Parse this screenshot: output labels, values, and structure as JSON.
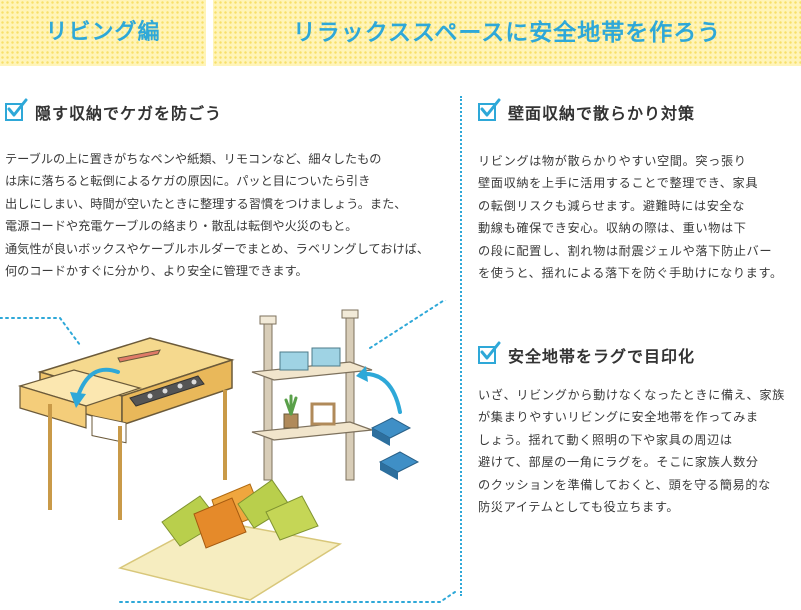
{
  "header": {
    "category": "リビング編",
    "title": "リラックススペースに安全地帯を作ろう"
  },
  "sections": [
    {
      "title": "隠す収納でケガを防ごう",
      "body": "テーブルの上に置きがちなペンや紙類、リモコンなど、細々したもの\nは床に落ちると転倒によるケガの原因に。パッと目についたら引き\n出しにしまい、時間が空いたときに整理する習慣をつけましょう。また、\n電源コードや充電ケーブルの絡まり・散乱は転倒や火災のもと。\n通気性が良いボックスやケーブルホルダーでまとめ、ラベリングしておけば、\n何のコードかすぐに分かり、より安全に管理できます。"
    },
    {
      "title": "壁面収納で散らかり対策",
      "body": "リビングは物が散らかりやすい空間。突っ張り\n壁面収納を上手に活用することで整理でき、家具\nの転倒リスクも減らせます。避難時には安全な\n動線も確保でき安心。収納の際は、重い物は下\nの段に配置し、割れ物は耐震ジェルや落下防止バー\nを使うと、揺れによる落下を防ぐ手助けになります。"
    },
    {
      "title": "安全地帯をラグで目印化",
      "body": "いざ、リビングから動けなくなったときに備え、家族\nが集まりやすいリビングに安全地帯を作ってみま\nしょう。揺れて動く照明の下や家具の周辺は\n避けて、部屋の一角にラグを。そこに家族人数分\nのクッションを準備しておくと、頭を守る簡易的な\n防災アイテムとしても役立ちます。"
    }
  ],
  "colors": {
    "accent": "#2ea8d8",
    "band": "#fff4b8",
    "band_dot": "#f7df6a"
  },
  "icons": [
    "check-icon",
    "check-icon",
    "check-icon"
  ]
}
